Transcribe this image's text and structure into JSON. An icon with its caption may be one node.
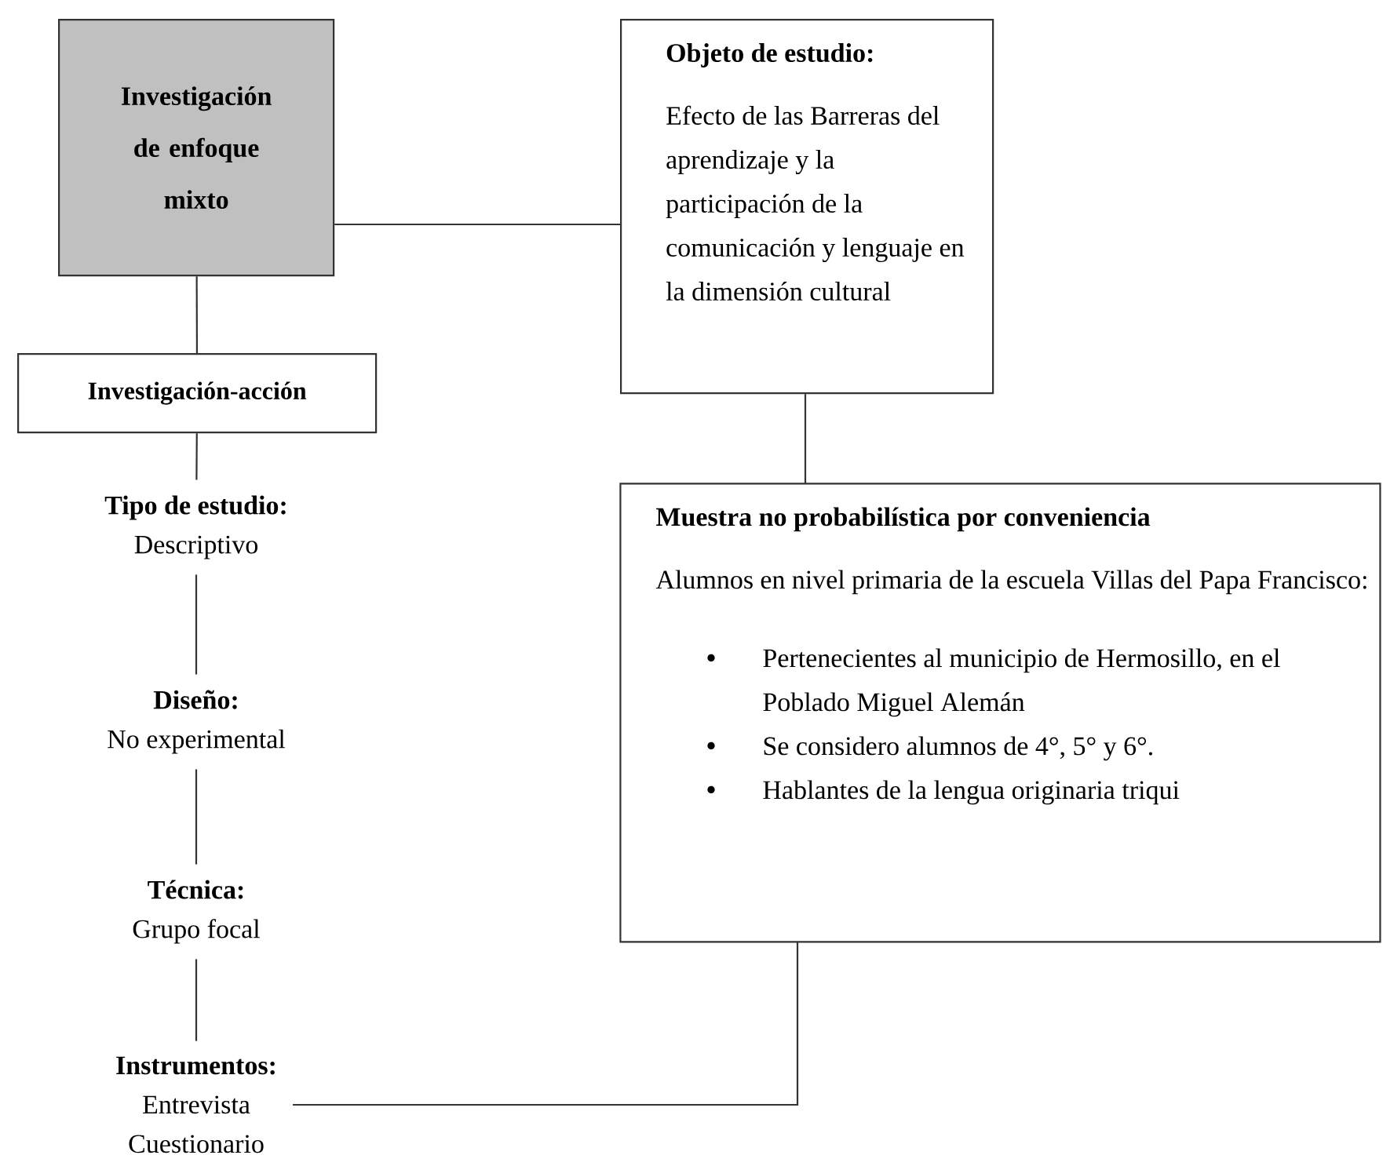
{
  "diagram": {
    "nodes": [
      {
        "text": [
          "Investigación de enfoque mixto"
        ]
      },
      {
        "text": [
          "Objeto de estudio:",
          "Efecto de las Barreras del aprendizaje y la participación de la comunicación y lenguaje en la dimensión cultural"
        ]
      },
      {
        "text": [
          "Investigación-acción"
        ]
      },
      {
        "text": [
          "Tipo de estudio:",
          "Descriptivo"
        ]
      },
      {
        "text": [
          "Diseño:",
          "No experimental"
        ]
      },
      {
        "text": [
          "Técnica:",
          "Grupo focal"
        ]
      },
      {
        "text": [
          "Instrumentos:",
          "Entrevista",
          "Cuestionario"
        ]
      },
      {
        "text": [
          "Muestra no probabilística por conveniencia",
          "Alumnos en nivel primaria de la escuela Villas del Papa Francisco:",
          "Pertenecientes al municipio de Hermosillo, en el Poblado Miguel Alemán",
          "Se considero alumnos de 4°, 5° y 6°.",
          "Hablantes de la lengua originaria triqui"
        ]
      }
    ],
    "edges": [
      {
        "from": 0,
        "to": 1,
        "arrow": "none"
      },
      {
        "from": 0,
        "to": 2,
        "arrow": "none"
      },
      {
        "from": 2,
        "to": 3,
        "arrow": "none"
      },
      {
        "from": 3,
        "to": 4,
        "arrow": "none"
      },
      {
        "from": 4,
        "to": 5,
        "arrow": "none"
      },
      {
        "from": 5,
        "to": 6,
        "arrow": "none"
      },
      {
        "from": 1,
        "to": 7,
        "arrow": "none"
      },
      {
        "from": 6,
        "to": 7,
        "arrow": "none"
      }
    ]
  }
}
